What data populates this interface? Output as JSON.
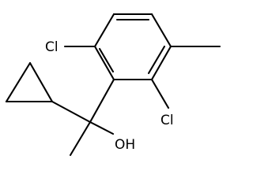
{
  "labels": {
    "cl_top": "Cl",
    "cl_bottom": "Cl",
    "oh": "OH"
  }
}
